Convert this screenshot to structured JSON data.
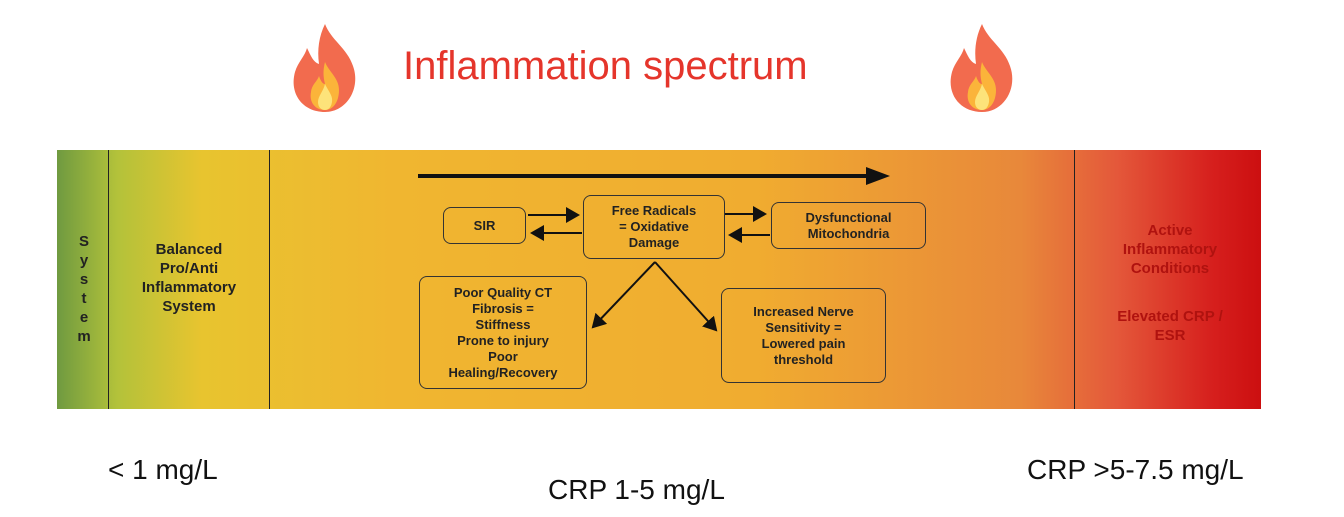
{
  "title": "Inflammation spectrum",
  "icons": {
    "left_flame": "fire-icon",
    "right_flame": "fire-icon"
  },
  "colors": {
    "title": "#e5352b",
    "band_start": "#6f9a40",
    "band_mid": "#f0b630",
    "band_end": "#cc0f10"
  },
  "spectrum": {
    "system_letters": [
      "S",
      "y",
      "s",
      "t",
      "e",
      "m"
    ],
    "balanced": [
      "Balanced",
      "Pro/Anti",
      "Inflammatory",
      "System"
    ],
    "active_heading": [
      "Active",
      "Inflammatory",
      "Conditions"
    ],
    "active_marker": [
      "Elevated CRP /",
      "ESR"
    ]
  },
  "boxes": {
    "sir": [
      "SIR"
    ],
    "free_radicals": [
      "Free Radicals",
      "= Oxidative",
      "Damage"
    ],
    "mito": [
      "Dysfunctional",
      "Mitochondria"
    ],
    "ct": [
      "Poor Quality CT",
      "Fibrosis =",
      "Stiffness",
      "Prone to injury",
      "Poor",
      "Healing/Recovery"
    ],
    "nerve": [
      "Increased Nerve",
      "Sensitivity =",
      "Lowered pain",
      "threshold"
    ]
  },
  "levels": {
    "low": "< 1 mg/L",
    "mid": "CRP 1-5 mg/L",
    "high": "CRP >5-7.5 mg/L"
  }
}
